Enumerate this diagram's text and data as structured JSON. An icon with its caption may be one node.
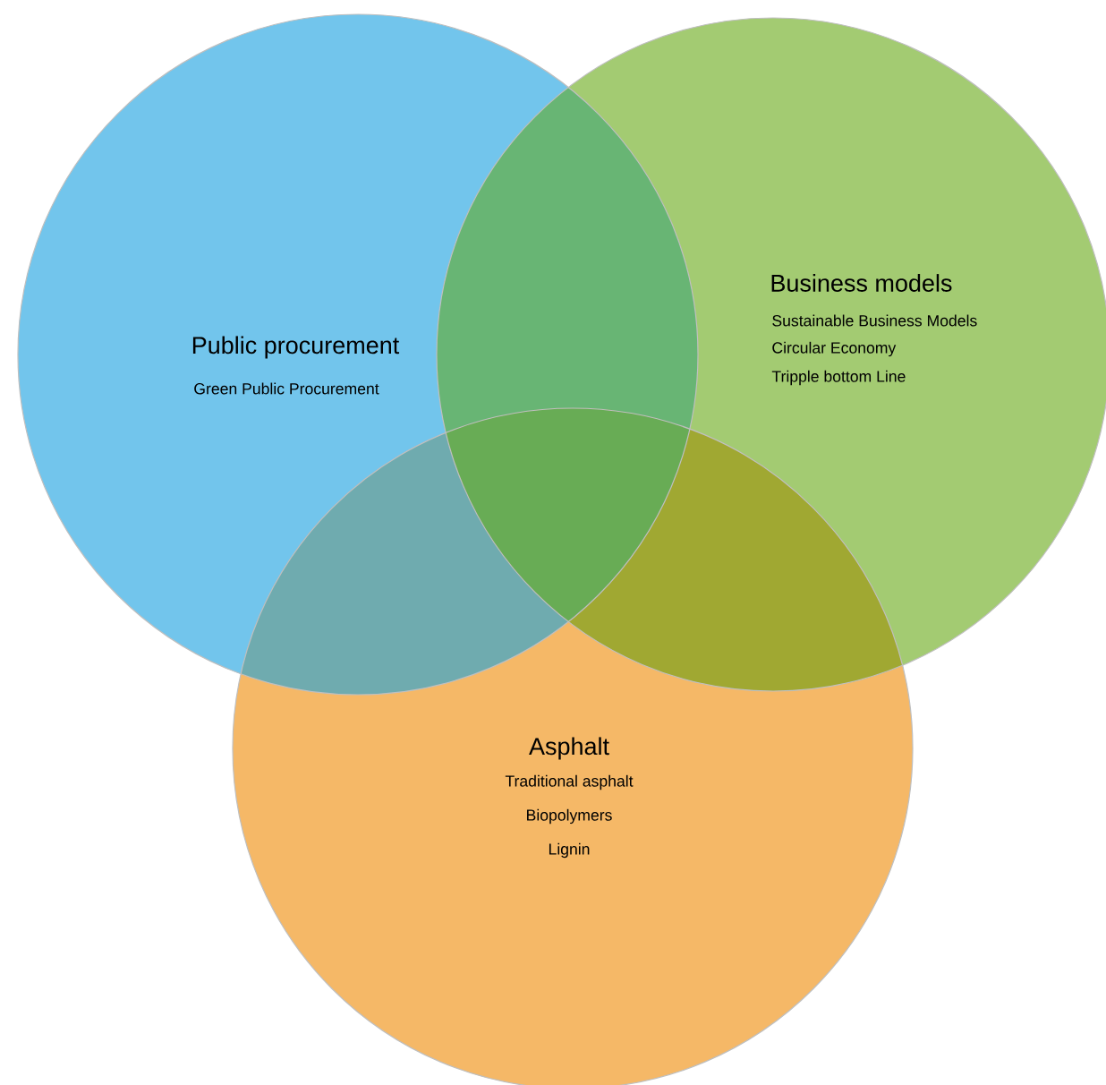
{
  "diagram": {
    "nodes": [
      {
        "text": [
          "Public procurement",
          "Green Public Procurement"
        ]
      },
      {
        "text": [
          "Business models",
          "Sustainable Business Models",
          "Circular Economy",
          "Tripple bottom Line"
        ]
      },
      {
        "text": [
          "Asphalt",
          "Traditional asphalt",
          "Biopolymers",
          "Lignin"
        ]
      }
    ]
  }
}
